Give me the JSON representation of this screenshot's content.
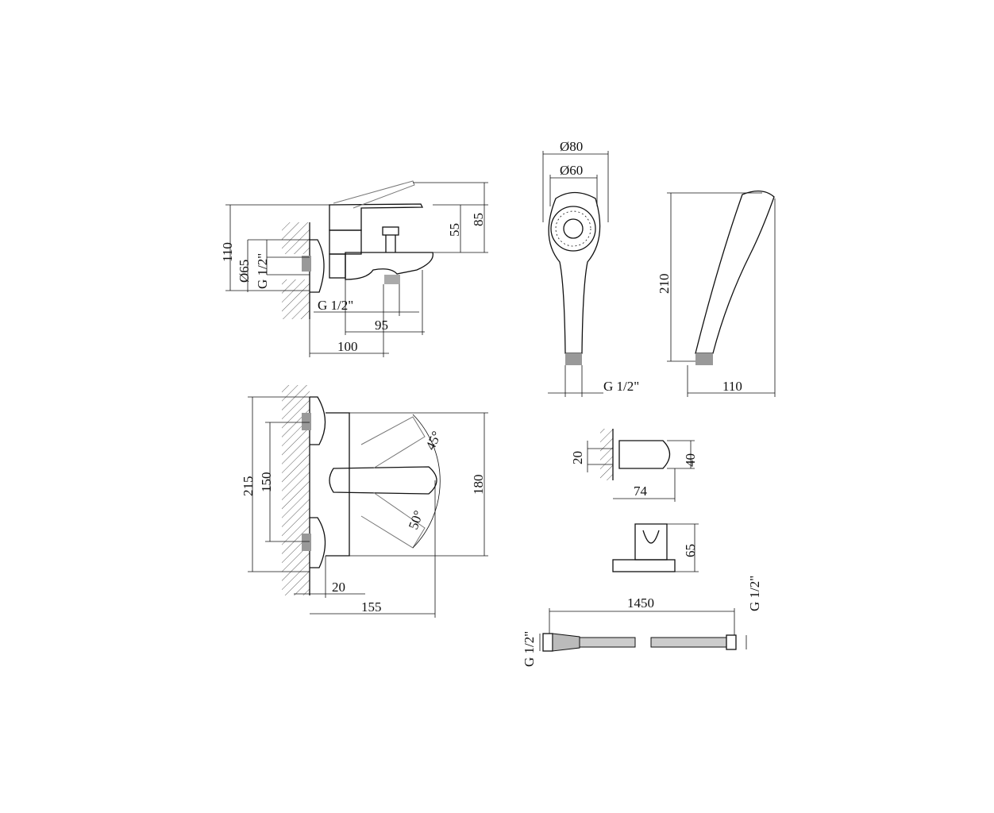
{
  "mixer_side": {
    "d110": "110",
    "d65": "Ø65",
    "g_inlet": "G 1/2\"",
    "d55": "55",
    "d85": "85",
    "g_outlet": "G 1/2\"",
    "d95": "95",
    "d100": "100"
  },
  "mixer_front": {
    "d215": "215",
    "d150": "150",
    "a45": "45°",
    "d180": "180",
    "a50": "50°",
    "d20": "20",
    "d155": "155"
  },
  "hand_shower": {
    "d80": "Ø80",
    "d60": "Ø60",
    "d210": "210",
    "g": "G 1/2\"",
    "d110": "110"
  },
  "holder": {
    "d20": "20",
    "d40": "40",
    "d74": "74",
    "d65": "65"
  },
  "hose": {
    "d1450": "1450",
    "g_left": "G 1/2\"",
    "g_right": "G 1/2\""
  }
}
